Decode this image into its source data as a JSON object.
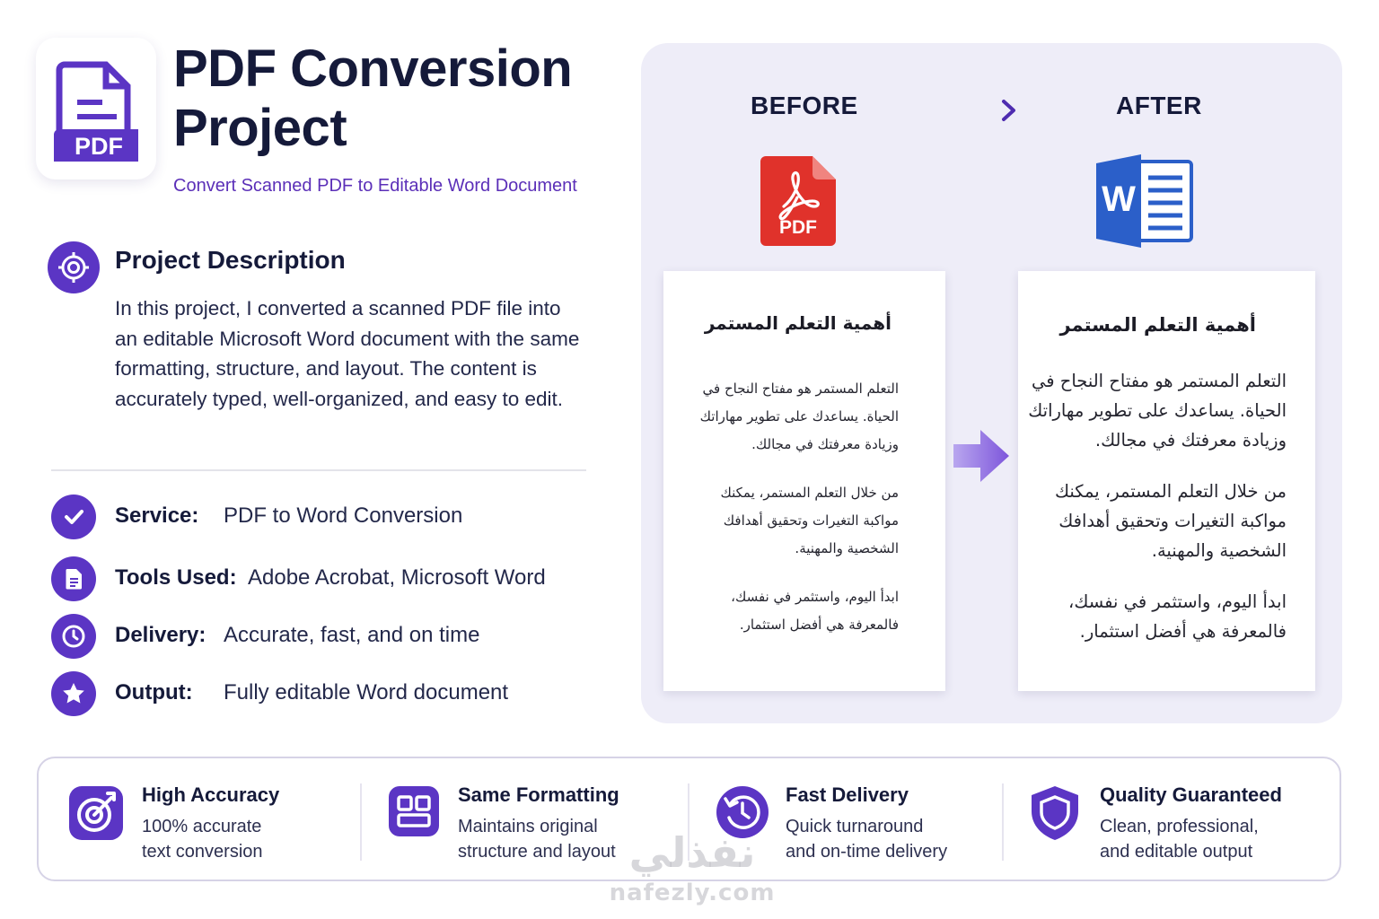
{
  "header": {
    "logo_text": "PDF",
    "title_line1": "PDF Conversion",
    "title_line2": "Project",
    "subtitle": "Convert Scanned PDF to Editable Word Document"
  },
  "description": {
    "icon": "target-icon",
    "heading": "Project Description",
    "body": "In this project, I converted a scanned PDF file into an editable Microsoft Word document with the same formatting, structure, and layout. The content is accurately typed, well-organized, and easy to edit."
  },
  "details": [
    {
      "icon": "check-icon",
      "label": "Service:",
      "value": "PDF to Word Conversion"
    },
    {
      "icon": "document-icon",
      "label": "Tools Used:",
      "value": "Adobe Acrobat, Microsoft Word"
    },
    {
      "icon": "clock-icon",
      "label": "Delivery:",
      "value": "Accurate, fast, and on time"
    },
    {
      "icon": "star-icon",
      "label": "Output:",
      "value": "Fully editable Word document"
    }
  ],
  "comparison": {
    "before_label": "BEFORE",
    "after_label": "AFTER",
    "before_icon": "pdf-file-icon",
    "before_icon_text": "PDF",
    "after_icon": "word-file-icon",
    "after_icon_text": "W",
    "doc_title": "أهمية التعلم المستمر",
    "paragraphs": [
      [
        "التعلم المستمر هو مفتاح النجاح في",
        "الحياة. يساعدك على تطوير مهاراتك",
        "وزيادة معرفتك في مجالك."
      ],
      [
        "من خلال التعلم المستمر، يمكنك",
        "مواكبة التغيرات وتحقيق أهدافك",
        "الشخصية والمهنية."
      ],
      [
        "ابدأ اليوم، واستثمر في نفسك،",
        "فالمعرفة هي أفضل استثمار."
      ]
    ]
  },
  "features": [
    {
      "icon": "accuracy-target-icon",
      "title": "High Accuracy",
      "line1": "100% accurate",
      "line2": "text conversion"
    },
    {
      "icon": "layout-grid-icon",
      "title": "Same Formatting",
      "line1": "Maintains original",
      "line2": "structure and layout"
    },
    {
      "icon": "fast-clock-icon",
      "title": "Fast Delivery",
      "line1": "Quick turnaround",
      "line2": "and on-time delivery"
    },
    {
      "icon": "shield-icon",
      "title": "Quality Guaranteed",
      "line1": "Clean, professional,",
      "line2": "and editable output"
    }
  ],
  "watermark": {
    "arabic": "نفذلي",
    "url": "nafezly.com"
  },
  "colors": {
    "accent": "#5b35c4",
    "panel_bg": "#eeedf8",
    "pdf_red": "#e0322b",
    "word_blue": "#2b5fc9"
  }
}
